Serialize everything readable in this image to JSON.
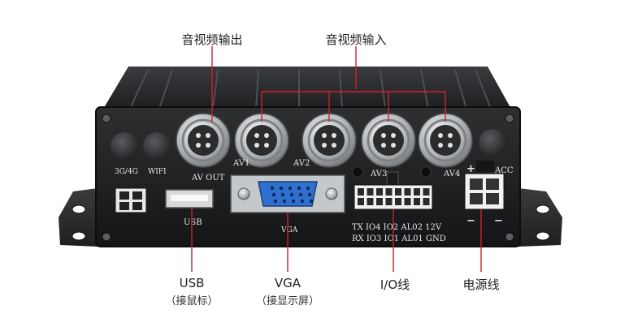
{
  "callouts": {
    "av_out": "音视频输出",
    "av_in": "音视频输入",
    "usb": "USB",
    "usb_sub": "（接鼠标）",
    "vga": "VGA",
    "vga_sub": "（接显示屏）",
    "io": "I/O线",
    "power": "电源线"
  },
  "panel_labels": {
    "antenna_3g": "3G/4G",
    "wifi": "WIFI",
    "av_out": "AV OUT",
    "av1": "AV1",
    "av2": "AV2",
    "av3": "AV3",
    "av4": "AV4",
    "acc": "ACC",
    "usb": "USB",
    "vga": "VGA",
    "io_row1": "TX IO4 IO2 AL02 12V",
    "io_row2": "RX IO3 IO1 AL01 GND",
    "plus": "+",
    "minus1": "−",
    "minus2": "−"
  },
  "colors": {
    "body": "#2a2b2d",
    "body_dark": "#161718",
    "fin": "#3a3b3e",
    "connector_metal": "#b9bcbf",
    "red_line": "#d0202a",
    "vga_blue": "#2f6fcf"
  }
}
